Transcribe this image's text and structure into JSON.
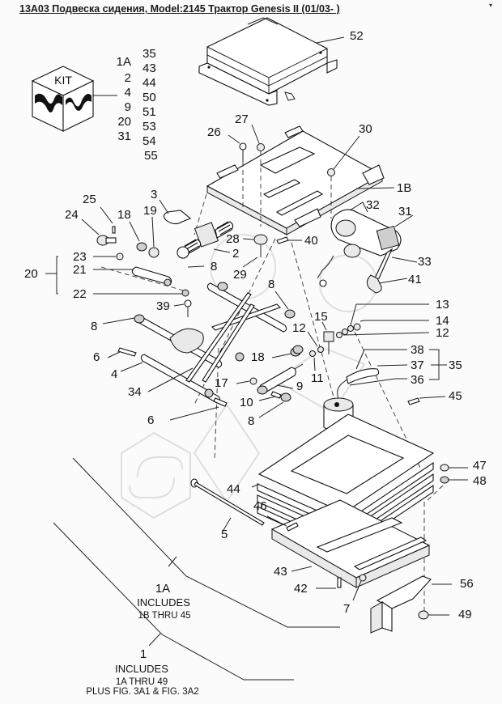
{
  "header": {
    "title": "13A03 Подвеска сидения, Model:2145 Трактор Genesis II (01/03- )"
  },
  "kit": {
    "label": "KIT",
    "items_col1": [
      "1A",
      "2",
      "4",
      "9",
      "20",
      "31"
    ],
    "items_col2": [
      "35",
      "43",
      "44",
      "50",
      "51",
      "53",
      "54",
      "55"
    ]
  },
  "callouts": {
    "c52": "52",
    "c26": "26",
    "c27": "27",
    "c30": "30",
    "c1B": "1B",
    "c3": "3",
    "c25": "25",
    "c24": "24",
    "c18a": "18",
    "c19": "19",
    "c32": "32",
    "c31": "31",
    "c28": "28",
    "c40": "40",
    "c2": "2",
    "c23": "23",
    "c20": "20",
    "c21": "21",
    "c22": "22",
    "c29": "29",
    "c8a": "8",
    "c33": "33",
    "c41": "41",
    "c39": "39",
    "c8b": "8",
    "c8c": "8",
    "c13": "13",
    "c15": "15",
    "c14": "14",
    "c12a": "12",
    "c12b": "12",
    "c6a": "6",
    "c18b": "18",
    "c4": "4",
    "c38": "38",
    "c37": "37",
    "c35": "35",
    "c36": "36",
    "c11": "11",
    "c9": "9",
    "c17": "17",
    "c34": "34",
    "c10": "10",
    "c8d": "8",
    "c6b": "6",
    "c45": "45",
    "c47": "47",
    "c48": "48",
    "c44": "44",
    "c46": "46",
    "c5": "5",
    "c43": "43",
    "c42": "42",
    "c56": "56",
    "c7": "7",
    "c49": "49"
  },
  "notes": {
    "n1A": {
      "num": "1A",
      "line1": "INCLUDES",
      "line2": "1B THRU 45"
    },
    "n1": {
      "num": "1",
      "line1": "INCLUDES",
      "line2": "1A THRU 49",
      "line3": "PLUS FIG. 3A1 & FIG. 3A2"
    }
  },
  "corner_mark": "▾"
}
